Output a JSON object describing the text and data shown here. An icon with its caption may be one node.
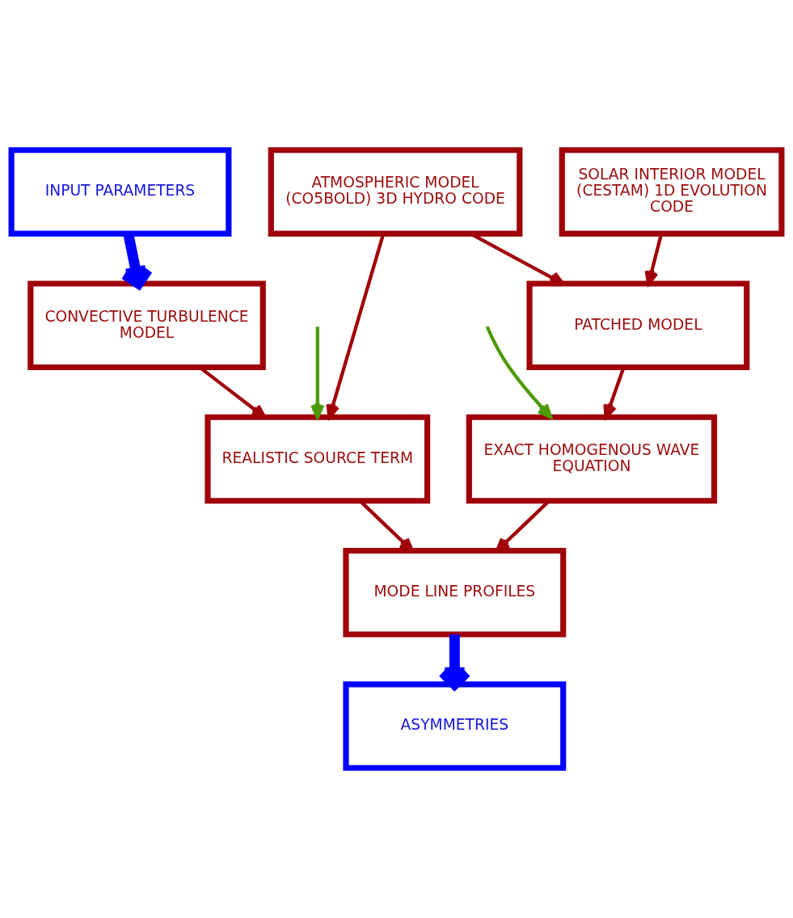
{
  "diagram": {
    "nodes": [
      {
        "text": [
          "INPUT PARAMETERS"
        ]
      },
      {
        "text": [
          "SOLAR INTERIOR MODEL (CESTAM) 1D EVOLUTION CODE"
        ]
      },
      {
        "text": [
          "ATMOSPHERIC MODEL (CO5BOLD) 3D HYDRO CODE"
        ]
      },
      {
        "text": [
          "CONVECTIVE TURBULENCE MODEL"
        ]
      },
      {
        "text": [
          "PATCHED MODEL"
        ]
      },
      {
        "text": [
          "EXACT HOMOGENOUS WAVE EQUATION"
        ]
      },
      {
        "text": [
          "REALISTIC SOURCE TERM"
        ]
      },
      {
        "text": [
          "MODE LINE PROFILES"
        ]
      },
      {
        "text": [
          "ASYMMETRIES"
        ]
      }
    ],
    "edges": [
      {
        "from": 0,
        "to": 3,
        "arrow": "to",
        "style": "thick",
        "color": "#0000ff"
      },
      {
        "from": 1,
        "to": 4,
        "arrow": "to"
      },
      {
        "from": 2,
        "to": 4,
        "arrow": "to"
      },
      {
        "from": 2,
        "to": 6,
        "arrow": "to"
      },
      {
        "from": 3,
        "to": 6,
        "arrow": "to"
      },
      {
        "from": 4,
        "to": 5,
        "arrow": "to"
      },
      {
        "from": 5,
        "to": 7,
        "arrow": "to"
      },
      {
        "from": 6,
        "to": 7,
        "arrow": "to"
      },
      {
        "from": 7,
        "to": 8,
        "arrow": "to",
        "style": "thick",
        "color": "#0000ff"
      },
      {
        "from": null,
        "to": 5,
        "arrow": "to",
        "color": "#4e9a06"
      },
      {
        "from": null,
        "to": 6,
        "arrow": "to",
        "color": "#4e9a06"
      }
    ]
  }
}
